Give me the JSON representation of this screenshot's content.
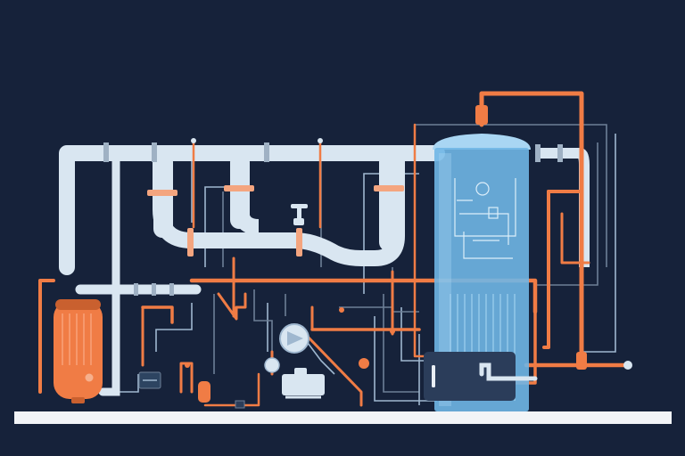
{
  "colors": {
    "background": "#16223a",
    "pipe_light": "#d9e6f1",
    "pipe_light_shade": "#b7c8d8",
    "pipe_orange": "#f07c45",
    "pipe_orange_dark": "#c9602f",
    "thin_line_blue": "#9fb7cf",
    "thin_line_grey": "#6d7f96",
    "tank_blue": "#6fb6e6",
    "tank_blue_light": "#a9d6f3",
    "floor": "#f2f4f7",
    "box_dark": "#2b3d5a"
  },
  "components": {
    "header_pipe": "insulated-header-pipe",
    "boiler": "orange-boiler-tank",
    "column": "blue-vertical-column",
    "control_box": "control-panel-box",
    "pump": "circular-pump",
    "valve": "manual-valve",
    "motor": "motor-unit"
  },
  "icons": [
    "valve-icon",
    "pump-icon",
    "gauge-icon",
    "motor-icon",
    "filter-icon",
    "fan-icon"
  ]
}
